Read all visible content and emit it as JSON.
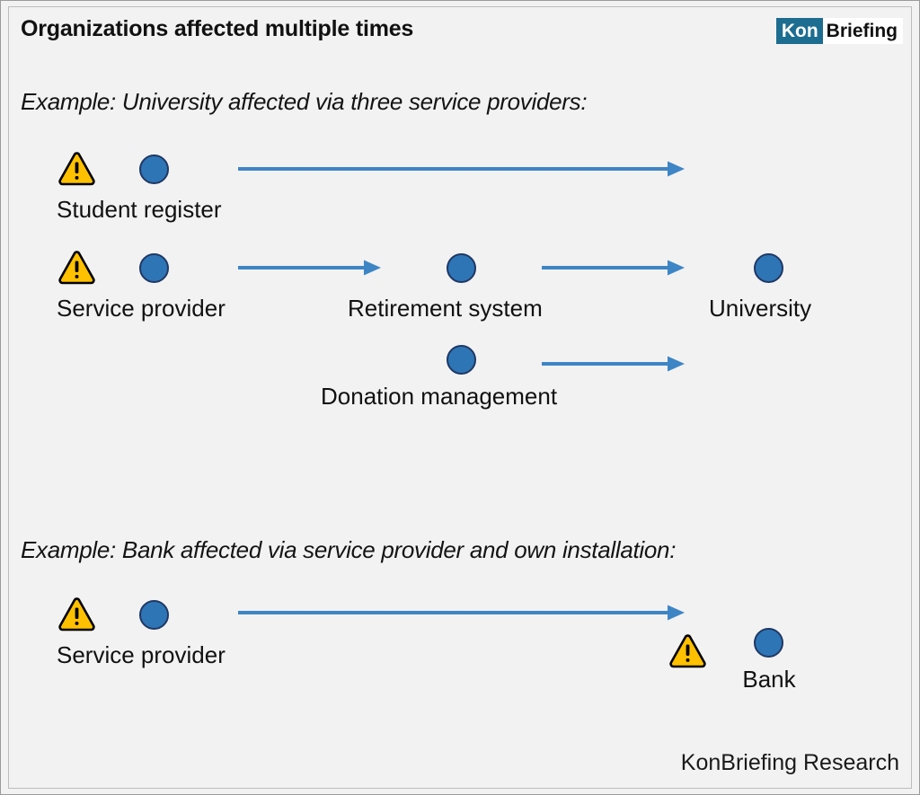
{
  "header": {
    "title": "Organizations affected multiple times",
    "logo": {
      "part1": "Kon",
      "part2": "Briefing",
      "part1_bg": "#1d6d91",
      "part1_color": "#ffffff",
      "part2_bg": "#ffffff",
      "part2_color": "#111111"
    }
  },
  "colors": {
    "background": "#f2f2f2",
    "frame_border": "#bdbdbd",
    "circle_fill": "#2e75b6",
    "circle_stroke": "#1f3864",
    "warning_fill": "#ffc000",
    "warning_stroke": "#000000",
    "arrow": "#3e85c6",
    "text": "#111111"
  },
  "sections": [
    {
      "id": "university-example",
      "caption": "Example: University affected via three service providers:",
      "nodes": [
        {
          "id": "student-register",
          "label": "Student register",
          "icons": [
            "warning-icon",
            "circle-icon"
          ]
        },
        {
          "id": "service-provider-1",
          "label": "Service provider",
          "icons": [
            "warning-icon",
            "circle-icon"
          ]
        },
        {
          "id": "retirement-system",
          "label": "Retirement system",
          "icons": [
            "circle-icon"
          ]
        },
        {
          "id": "donation-management",
          "label": "Donation management",
          "icons": [
            "circle-icon"
          ]
        },
        {
          "id": "university",
          "label": "University",
          "icons": [
            "circle-icon"
          ]
        }
      ],
      "arrows": [
        {
          "from": "student-register",
          "to": "university"
        },
        {
          "from": "service-provider-1",
          "to": "retirement-system"
        },
        {
          "from": "retirement-system",
          "to": "university"
        },
        {
          "from": "donation-management",
          "to": "university"
        }
      ]
    },
    {
      "id": "bank-example",
      "caption": "Example: Bank affected via service provider and own installation:",
      "nodes": [
        {
          "id": "service-provider-2",
          "label": "Service provider",
          "icons": [
            "warning-icon",
            "circle-icon"
          ]
        },
        {
          "id": "bank",
          "label": "Bank",
          "icons": [
            "warning-icon",
            "circle-icon"
          ]
        }
      ],
      "arrows": [
        {
          "from": "service-provider-2",
          "to": "bank"
        }
      ]
    }
  ],
  "footer": {
    "credit": "KonBriefing Research"
  }
}
